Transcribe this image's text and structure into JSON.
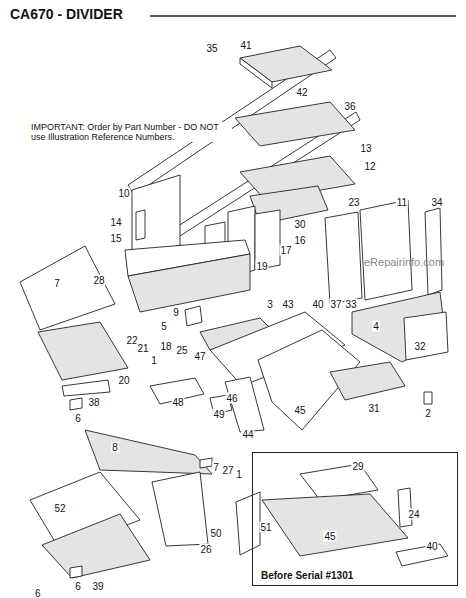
{
  "diagram": {
    "title": "CA670 - DIVIDER",
    "nodes": [
      {
        "text": [
          "Before Serial #1301"
        ]
      }
    ],
    "labels": [
      "IMPORTANT: Order by Part Number - DO NOT use Illustration Reference Numbers.",
      "6",
      "eRepairinfo.com",
      "35",
      "41",
      "42",
      "36",
      "13",
      "12",
      "10",
      "14",
      "15",
      "30",
      "16",
      "17",
      "23",
      "11",
      "34",
      "19",
      "3",
      "43",
      "40",
      "37",
      "33",
      "4",
      "32",
      "5",
      "9",
      "18",
      "25",
      "7",
      "28",
      "22",
      "21",
      "1",
      "20",
      "38",
      "6",
      "47",
      "48",
      "49",
      "46",
      "44",
      "45",
      "31",
      "2",
      "8",
      "52",
      "7",
      "27",
      "1",
      "50",
      "26",
      "39",
      "6",
      "51",
      "29",
      "24",
      "45",
      "40"
    ]
  }
}
